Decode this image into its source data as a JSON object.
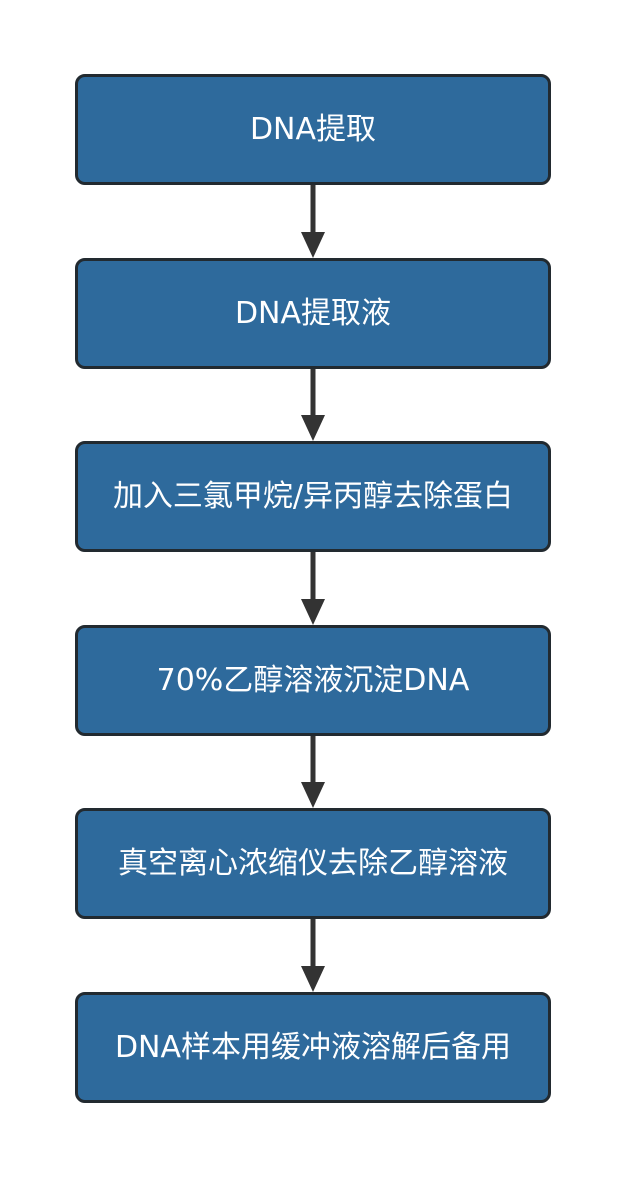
{
  "colors": {
    "box_fill": "#2e6a9c",
    "box_border": "#222a30",
    "arrow": "#333333",
    "text": "#ffffff"
  },
  "steps": [
    {
      "label": "DNA提取"
    },
    {
      "label": "DNA提取液"
    },
    {
      "label": "加入三氯甲烷/异丙醇去除蛋白"
    },
    {
      "label": "70%乙醇溶液沉淀DNA"
    },
    {
      "label": "真空离心浓缩仪去除乙醇溶液"
    },
    {
      "label": "DNA样本用缓冲液溶解后备用"
    }
  ]
}
